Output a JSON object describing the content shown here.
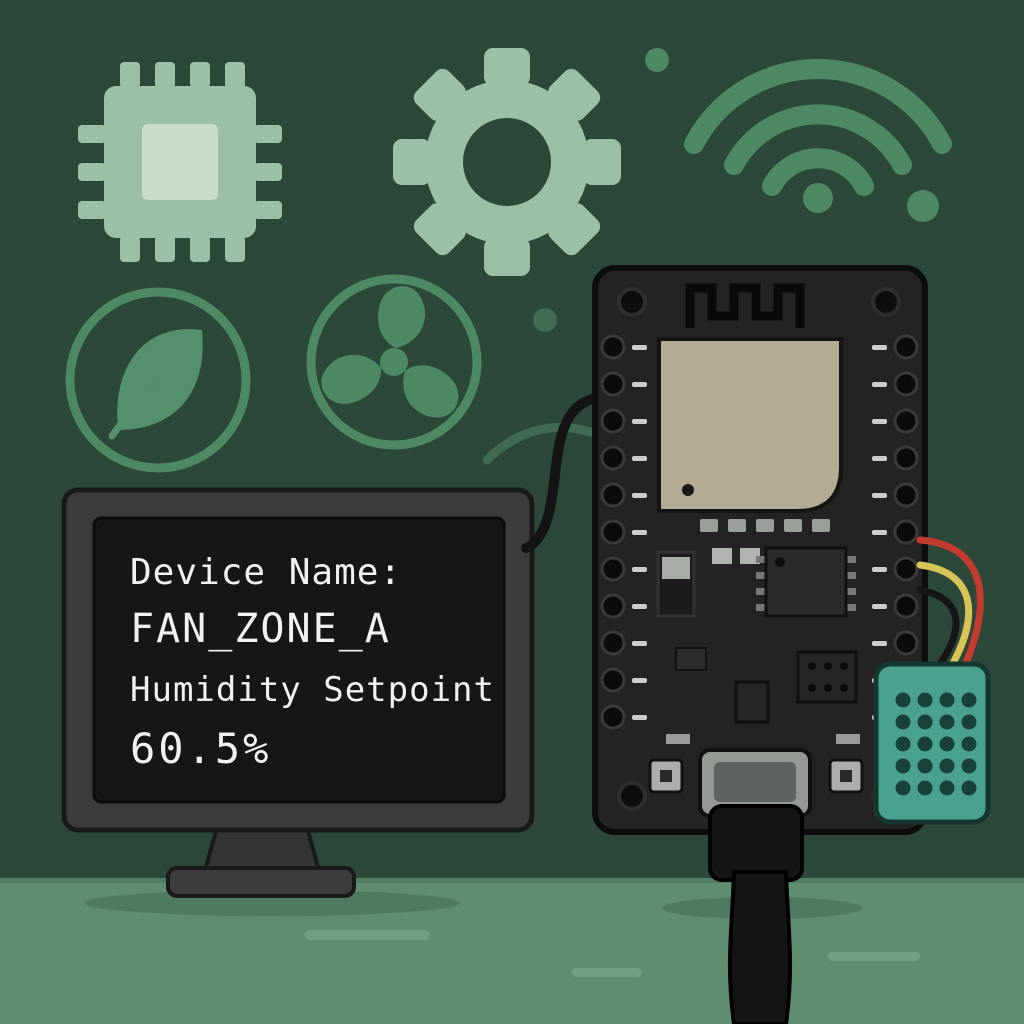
{
  "monitor": {
    "lines": [
      "Device Name:",
      "FAN_ZONE_A",
      "Humidity Setpoint",
      "60.5%"
    ]
  },
  "icons": {
    "background": [
      "chip-icon",
      "gear-icon",
      "wifi-icon",
      "leaf-icon",
      "fan-icon"
    ]
  },
  "hardware": {
    "board": "esp32-dev-board",
    "sensor": "dht-humidity-sensor",
    "cable": "usb-cable"
  },
  "colors": {
    "background": "#2c4839",
    "table": "#5e8d6f",
    "icon_light": "#9cc0a6",
    "icon_mid": "#4d8a63",
    "screen": "#161616",
    "screen_text": "#f2f2f2",
    "board": "#232323",
    "shield": "#b3ab93",
    "sensor_body": "#4ba18f",
    "wire_red": "#c23b2e",
    "wire_yellow": "#d8c356"
  }
}
